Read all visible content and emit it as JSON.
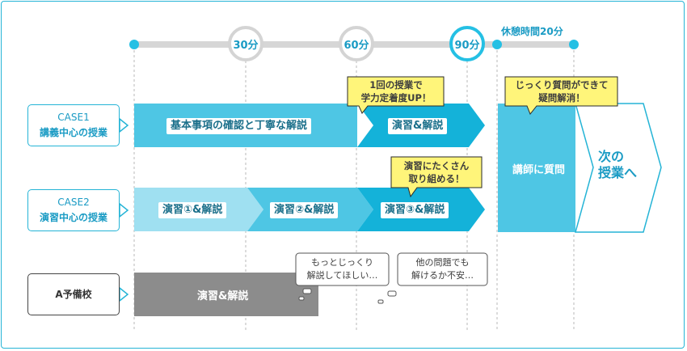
{
  "timeline": {
    "marks": [
      "30分",
      "60分",
      "90分"
    ],
    "break_label": "休憩時間20分"
  },
  "cases": [
    {
      "line1": "CASE1",
      "line2": "講義中心の授業",
      "segments": [
        "基本事項の確認と丁寧な解説",
        "演習&解説"
      ],
      "callout": [
        "1回の授業で",
        "学力定着度UP！"
      ]
    },
    {
      "line1": "CASE2",
      "line2": "演習中心の授業",
      "segments": [
        "演習①&解説",
        "演習②&解説",
        "演習③&解説"
      ],
      "callout": [
        "演習にたくさん",
        "取り組める！"
      ]
    },
    {
      "line1": "A予備校",
      "segments": [
        "演習&解説"
      ],
      "thoughts": [
        [
          "もっとじっくり",
          "解説してほしい…"
        ],
        [
          "他の問題でも",
          "解けるか不安…"
        ]
      ]
    }
  ],
  "after_break": {
    "callout": [
      "じっくり質問ができて",
      "疑問解消！"
    ],
    "question_label": "講師に質問",
    "next_label": [
      "次の",
      "授業へ"
    ]
  },
  "colors": {
    "accent": "#25b4d6",
    "bar_main": "#4ec6e4",
    "bar_dark": "#14b2d9",
    "bar_light": "#9fe0f1",
    "gray_bar": "#8c8c8c",
    "callout_yellow": "#fff57a"
  }
}
